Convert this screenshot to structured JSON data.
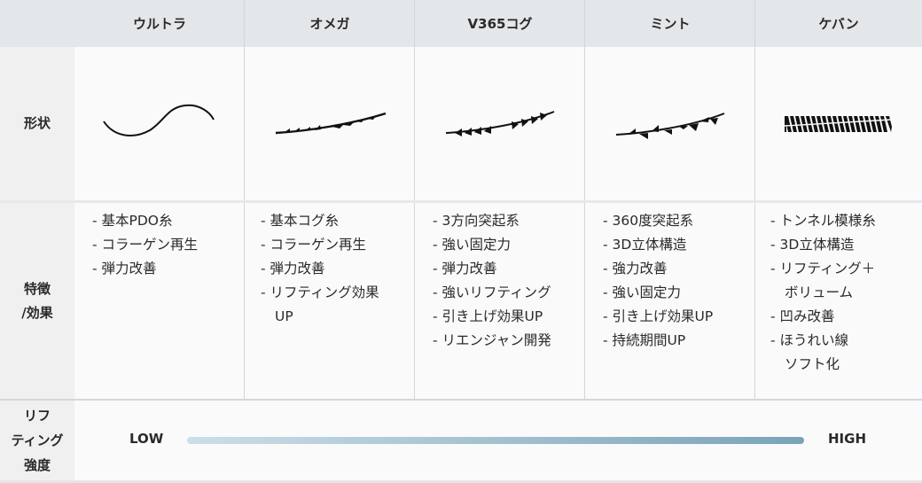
{
  "columns": [
    {
      "name": "ウルトラ"
    },
    {
      "name": "オメガ"
    },
    {
      "name": "V365コグ"
    },
    {
      "name": "ミント"
    },
    {
      "name": "ケバン"
    }
  ],
  "row_labels": {
    "shape": "形状",
    "features_line1": "特徴",
    "features_line2": "/効果",
    "intensity_line1": "リフ",
    "intensity_line2": "ティング",
    "intensity_line3": "強度"
  },
  "shapes": [
    {
      "icon": "smooth-wave-thread-icon"
    },
    {
      "icon": "one-way-cog-thread-icon"
    },
    {
      "icon": "bidirectional-cog-thread-icon"
    },
    {
      "icon": "360-cog-thread-icon"
    },
    {
      "icon": "tunnel-mesh-thread-icon"
    }
  ],
  "features": [
    {
      "items": [
        {
          "text": "- 基本PDO糸"
        },
        {
          "text": "- コラーゲン再生"
        },
        {
          "text": "- 弾力改善"
        }
      ]
    },
    {
      "items": [
        {
          "text": "- 基本コグ糸"
        },
        {
          "text": "- コラーゲン再生"
        },
        {
          "text": "- 弾力改善"
        },
        {
          "text": "- リフティング効果",
          "cont": "UP"
        }
      ]
    },
    {
      "items": [
        {
          "text": "- 3方向突起系"
        },
        {
          "text": "- 強い固定力"
        },
        {
          "text": "- 弾力改善"
        },
        {
          "text": "- 強いリフティング"
        },
        {
          "text": "- 引き上げ効果UP"
        },
        {
          "text": "- リエンジャン開発"
        }
      ]
    },
    {
      "items": [
        {
          "text": "- 360度突起系"
        },
        {
          "text": "- 3D立体構造"
        },
        {
          "text": "- 強力改善"
        },
        {
          "text": "- 強い固定力"
        },
        {
          "text": "- 引き上げ効果UP"
        },
        {
          "text": "- 持続期間UP"
        }
      ]
    },
    {
      "items": [
        {
          "text": "- トンネル模様糸"
        },
        {
          "text": "- 3D立体構造"
        },
        {
          "text": "- リフティング＋",
          "cont": "ボリューム"
        },
        {
          "text": "- 凹み改善"
        },
        {
          "text": "- ほうれい線",
          "cont": "ソフト化"
        }
      ]
    }
  ],
  "intensity": {
    "low_label": "LOW",
    "high_label": "HIGH",
    "gradient_start": "#ccdee8",
    "gradient_end": "#7aa3b8"
  },
  "colors": {
    "header_bg": "#e3e7ea",
    "label_bg": "#f0f0f0",
    "cell_bg": "#fafafa",
    "border": "#d3d6d8"
  }
}
